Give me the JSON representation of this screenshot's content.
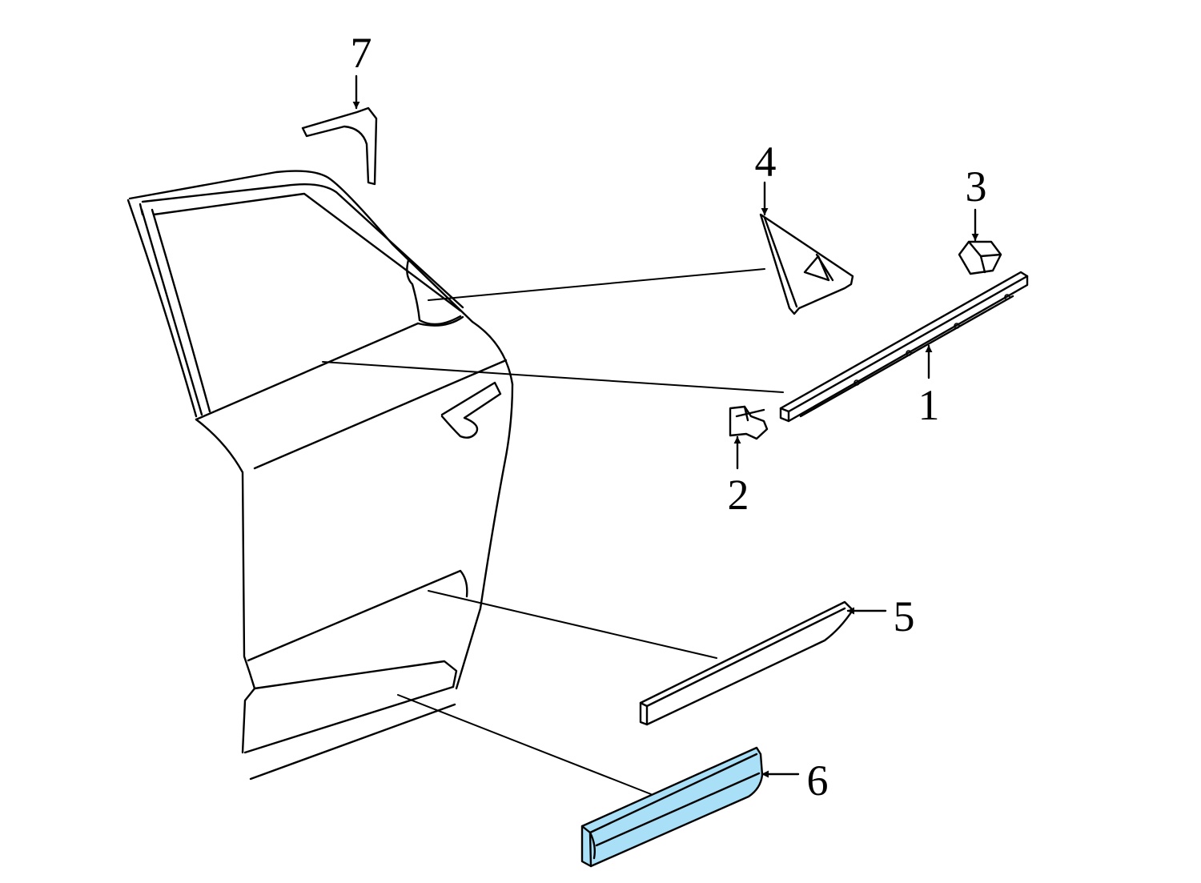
{
  "callouts": {
    "1": "1",
    "2": "2",
    "3": "3",
    "4": "4",
    "5": "5",
    "6": "6",
    "7": "7"
  },
  "colors": {
    "line": "#000000",
    "background": "#ffffff",
    "highlight": "#a9dff7"
  },
  "highlighted_part": "6"
}
